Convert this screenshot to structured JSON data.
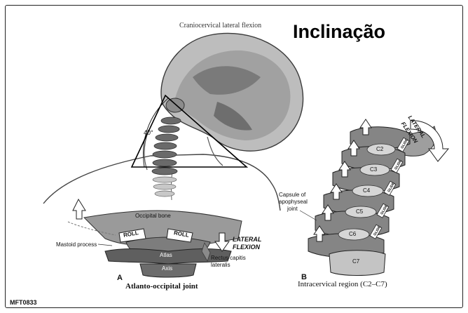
{
  "slide": {
    "title": "Inclinação",
    "figure_code": "MFT0833"
  },
  "diagram": {
    "top_title": "Craniocervical lateral flexion",
    "angle_label": "40°",
    "panel_a": {
      "letter": "A",
      "caption": "Atlanto-occipital joint",
      "occipital_bone": "Occipital bone",
      "mastoid_process": "Mastoid process",
      "roll_left": "ROLL",
      "roll_right": "ROLL",
      "atlas": "Atlas",
      "axis": "Axis",
      "lateral_flexion_1": "LATERAL",
      "lateral_flexion_2": "FLEXION",
      "rectus_1": "Rectus capitis",
      "rectus_2": "lateralis"
    },
    "panel_b": {
      "letter": "B",
      "caption": "Intracervical region (C2–C7)",
      "lateral_1": "LATERAL",
      "lateral_2": "FLEXION",
      "capsule_1": "Capsule of",
      "capsule_2": "apophyseal",
      "capsule_3": "joint",
      "vertebrae": [
        "C2",
        "C3",
        "C4",
        "C5",
        "C6",
        "C7"
      ],
      "glide": "GLIDE"
    }
  }
}
